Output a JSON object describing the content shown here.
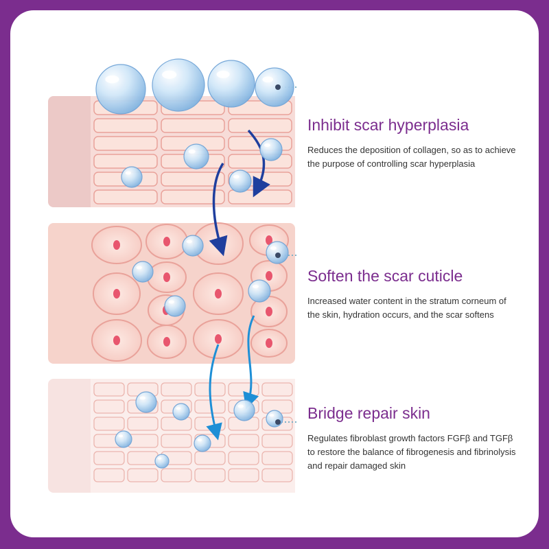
{
  "colors": {
    "frame": "#7b2d8e",
    "card": "#ffffff",
    "heading": "#7b2d8e",
    "body_text": "#333333",
    "cell_fill": "#fbe3dc",
    "cell_stroke": "#e9a29a",
    "nucleus": "#e8566e",
    "arrow_dark": "#1f3f9e",
    "arrow_light": "#1e8fd6",
    "droplet": "#9cc8ea"
  },
  "icons": [
    "water-droplet-icon",
    "arrow-icon",
    "nucleus-icon"
  ],
  "sections": [
    {
      "title": "Inhibit scar hyperplasia",
      "body": "Reduces the deposition of collagen, so as to achieve the purpose of controlling scar hyperplasia"
    },
    {
      "title": "Soften the scar cuticle",
      "body": "Increased water content in the stratum corneum of the skin, hydration occurs, and the scar softens"
    },
    {
      "title": "Bridge repair skin",
      "body": "Regulates fibroblast growth factors FGFβ and TGFβ to restore the balance of fibrogenesis and fibrinolysis and repair damaged skin"
    }
  ]
}
